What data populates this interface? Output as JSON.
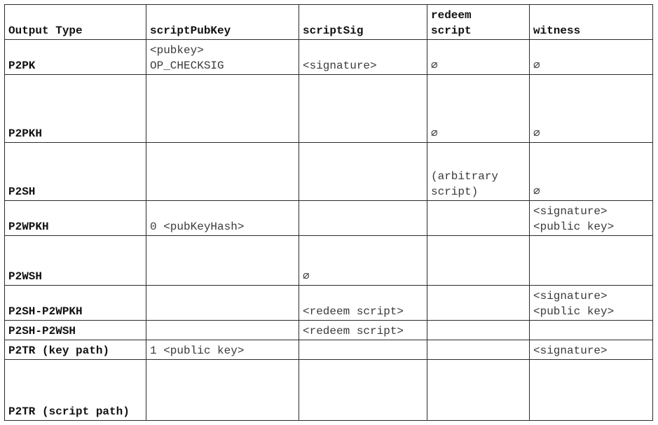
{
  "table": {
    "headers": {
      "output_type": "Output Type",
      "script_pub_key": "scriptPubKey",
      "script_sig": "scriptSig",
      "redeem_script": "redeem\nscript",
      "witness": "witness"
    },
    "rows": [
      {
        "type": "P2PK",
        "script_pub_key": "<pubkey>\nOP_CHECKSIG",
        "script_sig": "<signature>",
        "redeem_script": "∅",
        "witness": "∅"
      },
      {
        "type": "P2PKH",
        "script_pub_key": "",
        "script_sig": "",
        "redeem_script": "∅",
        "witness": "∅"
      },
      {
        "type": "P2SH",
        "script_pub_key": "",
        "script_sig": "",
        "redeem_script": "(arbitrary\nscript)",
        "witness": "∅"
      },
      {
        "type": "P2WPKH",
        "script_pub_key": "0 <pubKeyHash>",
        "script_sig": "",
        "redeem_script": "",
        "witness": "<signature>\n<public key>"
      },
      {
        "type": "P2WSH",
        "script_pub_key": "",
        "script_sig": "∅",
        "redeem_script": "",
        "witness": ""
      },
      {
        "type": "P2SH-P2WPKH",
        "script_pub_key": "",
        "script_sig": "<redeem script>",
        "redeem_script": "",
        "witness": "<signature>\n<public key>"
      },
      {
        "type": "P2SH-P2WSH",
        "script_pub_key": "",
        "script_sig": "<redeem script>",
        "redeem_script": "",
        "witness": ""
      },
      {
        "type": "P2TR (key path)",
        "script_pub_key": "1 <public key>",
        "script_sig": "",
        "redeem_script": "",
        "witness": "<signature>"
      },
      {
        "type": "P2TR (script path)",
        "script_pub_key": "",
        "script_sig": "",
        "redeem_script": "",
        "witness": ""
      }
    ]
  }
}
